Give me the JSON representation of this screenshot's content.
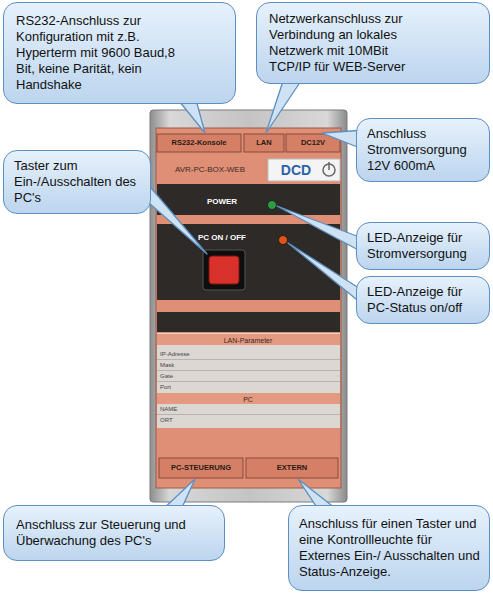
{
  "diagram": {
    "nodes": [
      {
        "text": [
          "RS232-Anschluss zur Konfiguration mit z.B. Hyperterm mit 9600 Baud,8 Bit, keine Parität, kein Handshake"
        ]
      },
      {
        "text": [
          "Netzwerkanschluss zur Verbindung an lokales Netzwerk mit 10MBit TCP/IP für WEB-Server"
        ]
      },
      {
        "text": [
          "Anschluss Stromversorgung 12V 600mA"
        ]
      },
      {
        "text": [
          "Taster zum Ein-/Ausschalten des PC's"
        ]
      },
      {
        "text": [
          "LED-Anzeige für Stromversorgung"
        ]
      },
      {
        "text": [
          "LED-Anzeige für PC-Status on/off"
        ]
      },
      {
        "text": [
          "Anschluss zur Steuerung und Überwachung des PC's"
        ]
      },
      {
        "text": [
          "Anschluss für einen Taster und eine Kontrollleuchte für Externes Ein-/ Ausschalten und Status-Anzeige."
        ]
      }
    ],
    "labels": [
      "RS232-Konsole",
      "LAN",
      "DC12V",
      "AVR-PC-BOX-WEB",
      "DCD",
      "POWER",
      "PC ON / OFF",
      "LAN-Parameter",
      "IP-Adresse",
      "Mask",
      "Gate",
      "Port",
      "PC",
      "NAME",
      "ORT",
      "PC-STEUERUNG",
      "EXTERN"
    ]
  }
}
